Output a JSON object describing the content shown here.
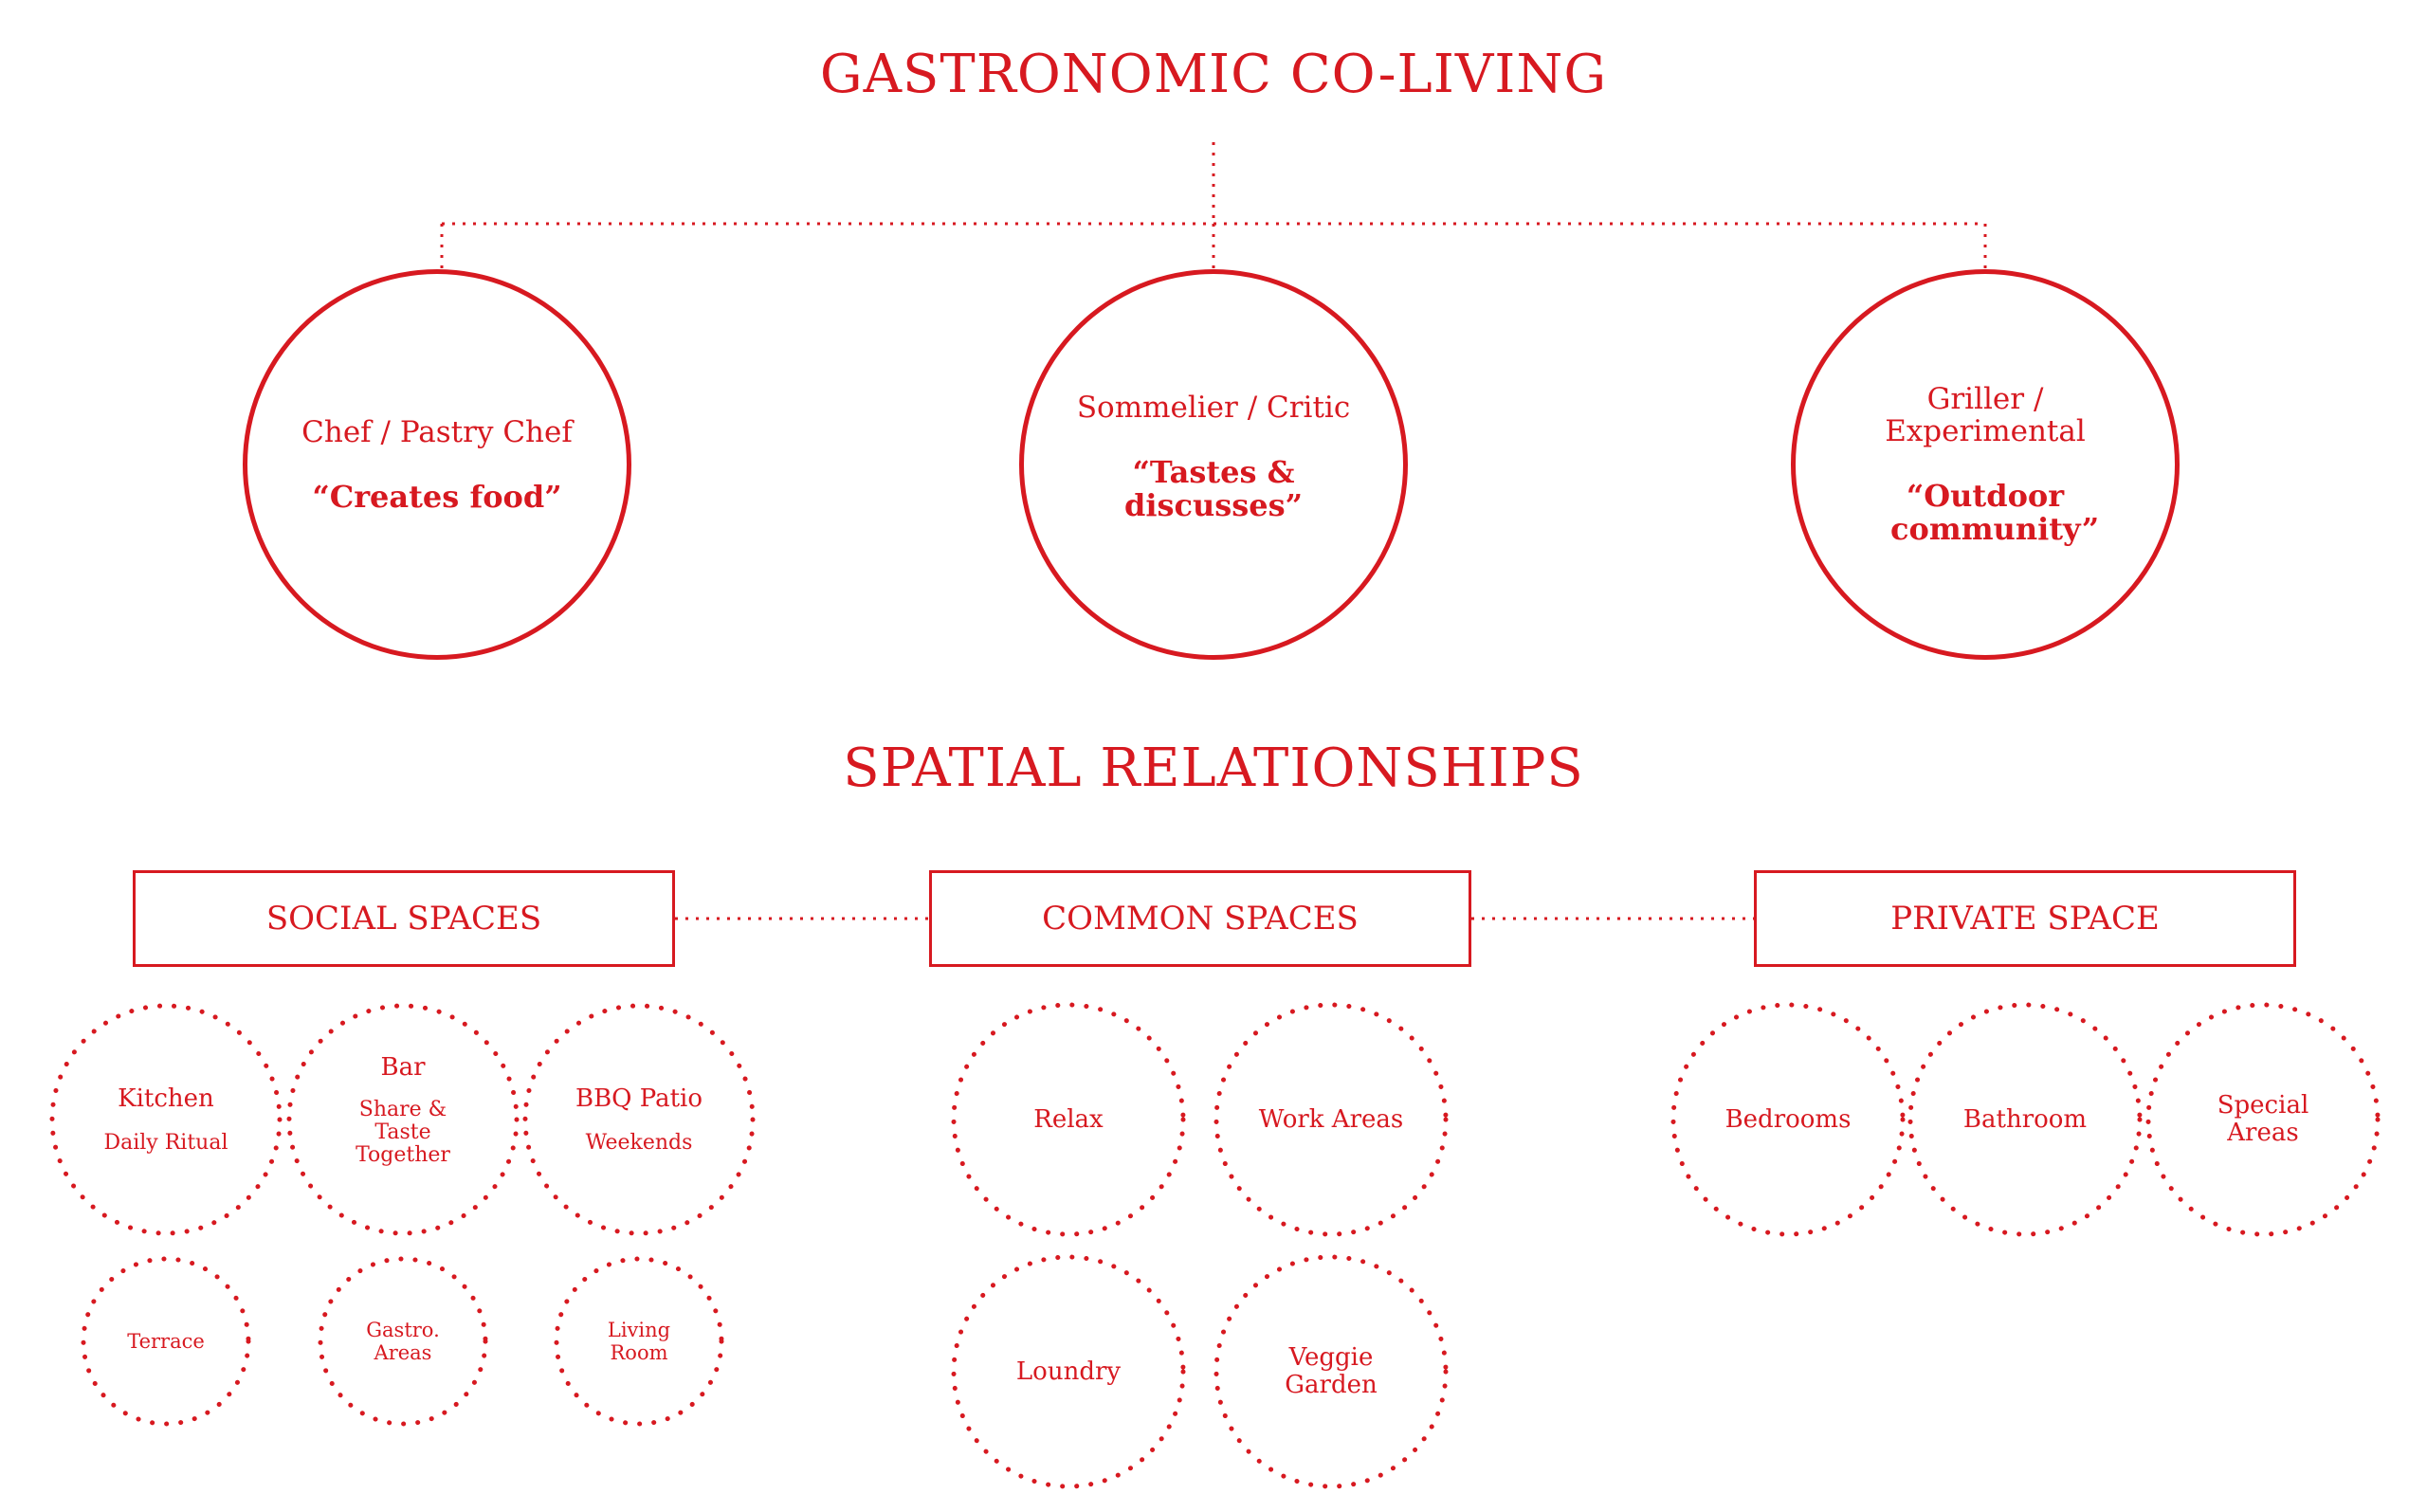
{
  "title": "GASTRONOMIC CO-LIVING",
  "personas": [
    {
      "role": "Chef / Pastry Chef",
      "quote": "“Creates food”"
    },
    {
      "role": "Sommelier / Critic",
      "quote": "“Tastes & discusses”"
    },
    {
      "role": "Griller / Experimental",
      "quote": "“Outdoor community”"
    }
  ],
  "subtitle": "SPATIAL RELATIONSHIPS",
  "categories": [
    {
      "label": "SOCIAL SPACES"
    },
    {
      "label": "COMMON SPACES"
    },
    {
      "label": "PRIVATE SPACE"
    }
  ],
  "social": [
    {
      "label": "Kitchen",
      "sub": "Daily Ritual"
    },
    {
      "label": "Bar",
      "sub": "Share & Taste Together"
    },
    {
      "label": "BBQ Patio",
      "sub": "Weekends"
    },
    {
      "label": "Terrace"
    },
    {
      "label": "Gastro. Areas"
    },
    {
      "label": "Living Room"
    }
  ],
  "common": [
    {
      "label": "Relax"
    },
    {
      "label": "Work Areas"
    },
    {
      "label": "Loundry"
    },
    {
      "label": "Veggie Garden"
    }
  ],
  "private": [
    {
      "label": "Bedrooms"
    },
    {
      "label": "Bathroom"
    },
    {
      "label": "Special Areas"
    }
  ],
  "colors": {
    "accent": "#d71920",
    "background": "#ffffff"
  }
}
